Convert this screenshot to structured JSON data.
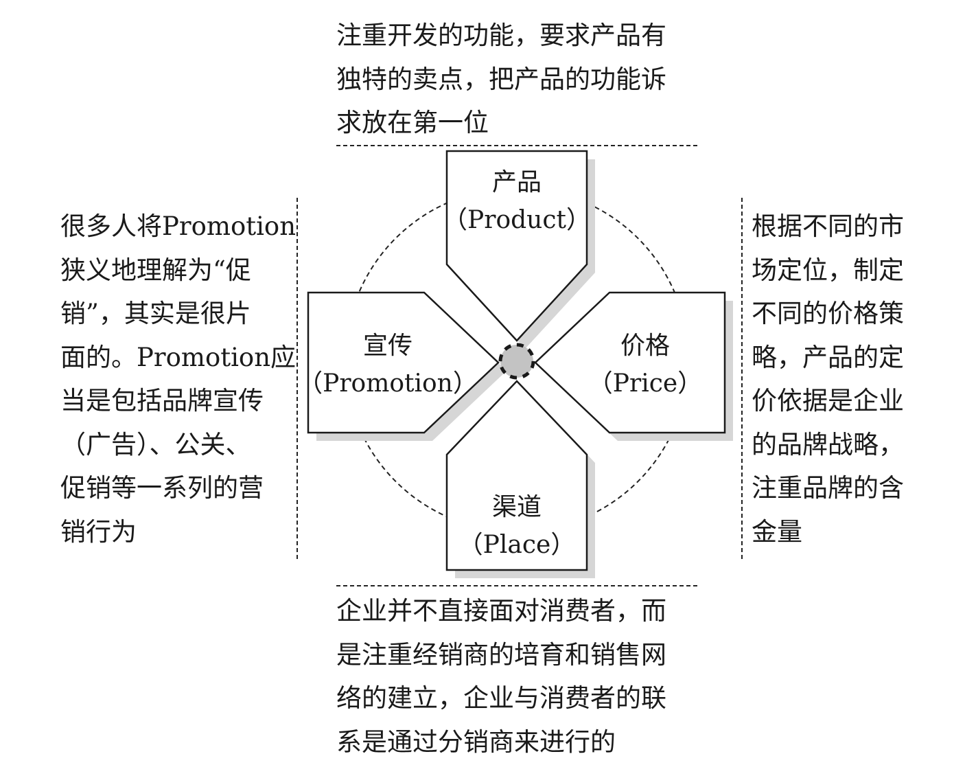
{
  "product": {
    "cn": "产品",
    "en": "（Product）",
    "desc": [
      "注重开发的功能，要求产品有",
      "独特的卖点，把产品的功能诉",
      "求放在第一位"
    ]
  },
  "promotion": {
    "cn": "宣传",
    "en": "（Promotion）",
    "desc": [
      "很多人将Promotion",
      "狭义地理解为“促",
      "销”，其实是很片",
      "面的。Promotion应",
      "当是包括品牌宣传",
      "（广告）、公关、",
      "促销等一系列的营",
      "销行为"
    ]
  },
  "price": {
    "cn": "价格",
    "en": "（Price）",
    "desc": [
      "根据不同的市",
      "场定位，制定",
      "不同的价格策",
      "略，产品的定",
      "价依据是企业",
      "的品牌战略，",
      "注重品牌的含",
      "金量"
    ]
  },
  "place": {
    "cn": "渠道",
    "en": "（Place）",
    "desc": [
      "企业并不直接面对消费者，而",
      "是注重经销商的培育和销售网",
      "络的建立，企业与消费者的联",
      "系是通过分销商来进行的"
    ]
  },
  "colors": {
    "line": "#1a1a1a",
    "shadow": "#d6d6d6",
    "center": "#bdbdbd"
  }
}
